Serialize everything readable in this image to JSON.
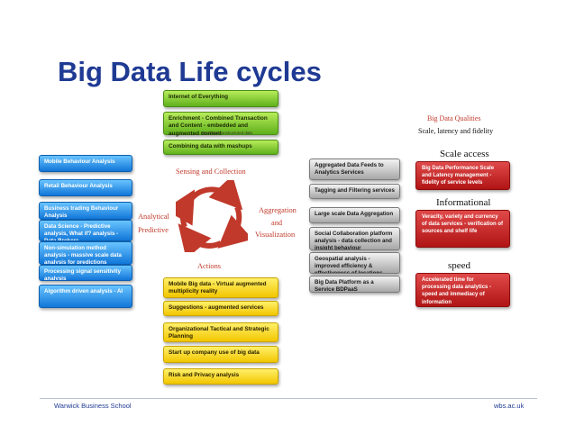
{
  "title": "Big Data Life cycles",
  "green_boxes": [
    "Internet of Everything",
    "Enrichment - Combined Transaction and Content - embedded and augmented content",
    "Combining data with mashups"
  ],
  "green_small_note": "Structured/ unstructured data",
  "blue_boxes": [
    "Mobile Behaviour Analysis",
    "Retail Behaviour Analysis",
    "Business trading Behaviour Analysis",
    "Data Science - Predictive analysis, What if? analysis - Data Brokers",
    "Non-simulation method analysis - massive scale data analysis for predictions",
    "Processing signal sensitivity analysis",
    "Algorithm driven analysis - AI"
  ],
  "cycle_labels": {
    "sensing": "Sensing and Collection",
    "aggregation_line1": "Aggregation",
    "aggregation_line2": "and",
    "aggregation_line3": "Visualization",
    "actions": "Actions",
    "analytical": "Analytical",
    "predictive": "Predictive"
  },
  "gray_boxes": [
    "Aggregated Data Feeds to Analytics Services",
    "Tagging and Filtering services",
    "Large scale Data Aggregation",
    "Social Collaboration platform analysis - data collection and insight behaviour",
    "Geospatial analysis - improved efficiency & effectiveness of locations",
    "Big Data Platform as a Service BDPaaS"
  ],
  "yellow_boxes": [
    "Mobile Big data - Virtual augmented multiplicity reality",
    "Suggestions - augmented services",
    "Organizational Tactical and Strategic Planning",
    "Start up company use of big data",
    "Risk and Privacy analysis"
  ],
  "right_panel": {
    "qualities_title": "Big Data Qualities",
    "qualities_subtitle": "Scale, latency and fidelity",
    "scale_access": "Scale access",
    "informational": "Informational",
    "speed": "speed",
    "red_boxes": [
      "Big Data Performance Scale and Latency management - fidelity of service levels",
      "Veracity, variety and currency of data services - verification of sources and shelf life",
      "Accelerated time for processing data analytics - speed and immediacy of information"
    ]
  },
  "footer": {
    "left": "Warwick Business School",
    "right": "wbs.ac.uk"
  },
  "colors": {
    "title": "#1f3a93",
    "green": "#6cc524",
    "yellow": "#f7d61a",
    "blue": "#1e88e5",
    "gray": "#bdbdbd",
    "red": "#c62828",
    "cycle_arrow": "#c0392b"
  }
}
